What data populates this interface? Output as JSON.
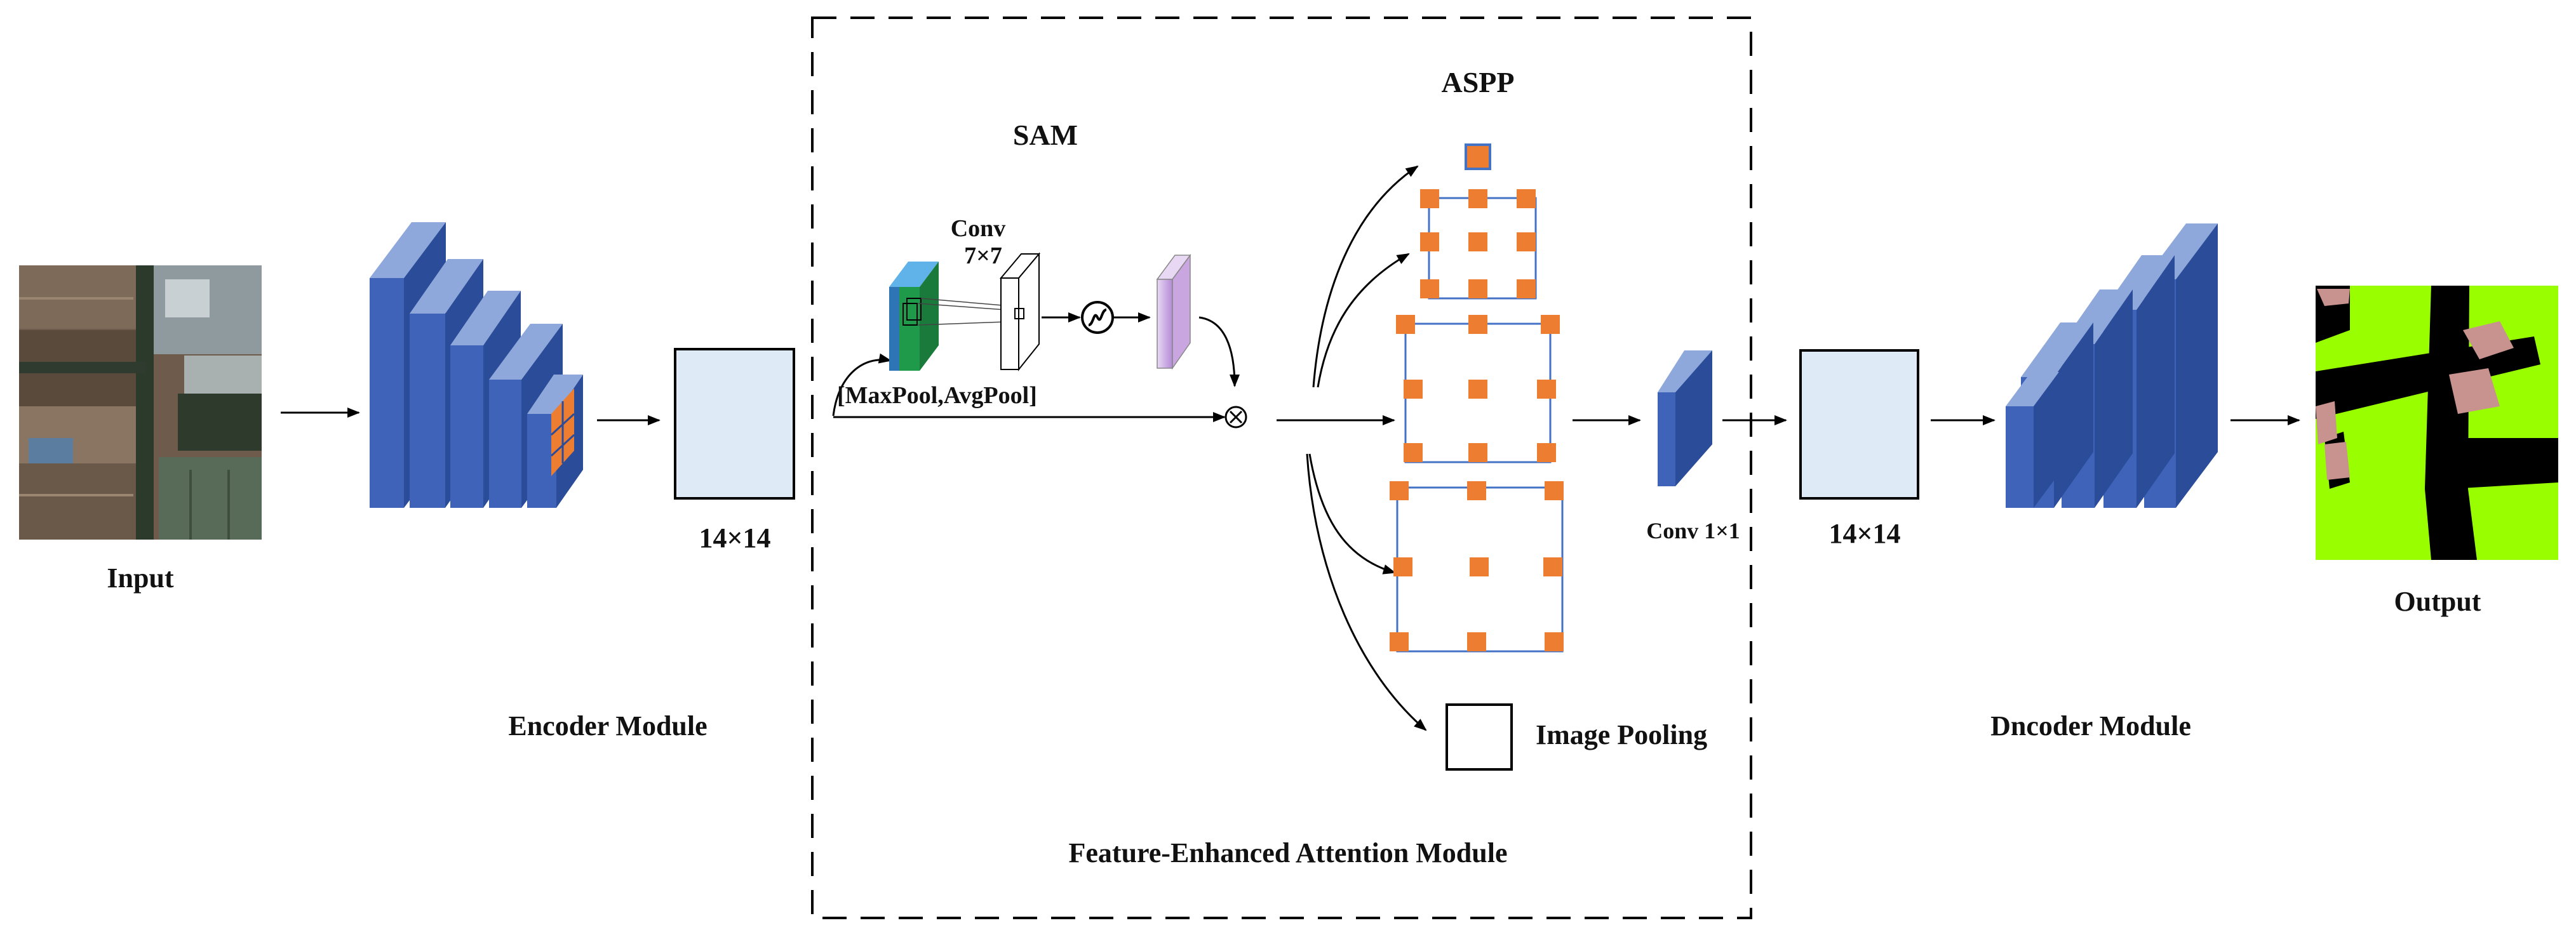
{
  "labels": {
    "input": "Input",
    "encoder_module": "Encoder Module",
    "size_left": "14×14",
    "sam": "SAM",
    "conv": "Conv",
    "conv_kernel": "7×7",
    "pool": "[MaxPool,AvgPool]",
    "aspp": "ASPP",
    "image_pooling": "Image Pooling",
    "conv1x1": "Conv 1×1",
    "size_right": "14×14",
    "decoder_module": "Dncoder Module",
    "output": "Output",
    "feam": "Feature-Enhanced Attention Module"
  },
  "colors": {
    "block_face": "#3f63b8",
    "block_side": "#2a4c99",
    "block_top": "#8fa8dc",
    "feature_map_fill": "#deebf7",
    "dot_orange": "#ed7d31",
    "grid_border": "#4472c4",
    "sam_green": "#1f9a4a",
    "sam_blue": "#2e75b6",
    "sam_purple": "#c9a6e0",
    "arrow": "#000000",
    "mask_green": "#99ff00",
    "mask_black": "#000000",
    "mask_pink": "#c8928e"
  },
  "icons": {
    "sigmoid": "sigmoid-icon",
    "multiply": "multiply-icon"
  }
}
